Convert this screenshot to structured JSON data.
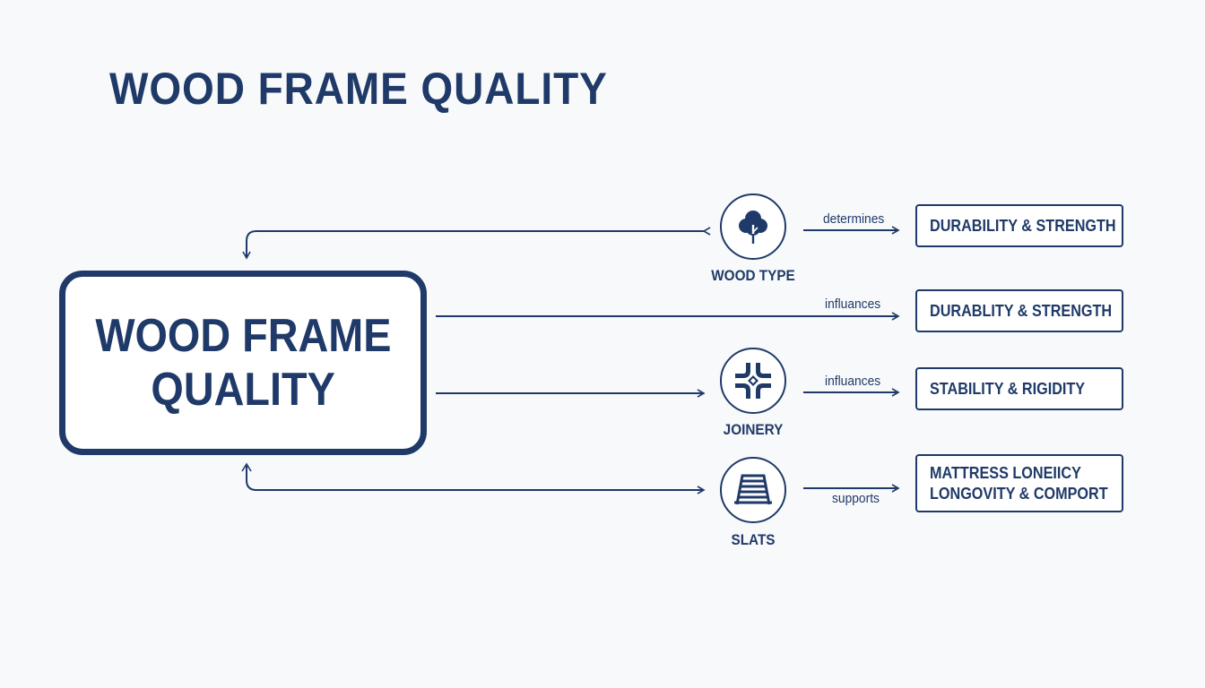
{
  "title": "WOOD FRAME QUALITY",
  "main_box": {
    "lines": [
      "WOOD FRAME",
      "QUALITY"
    ]
  },
  "colors": {
    "primary": "#1f3a68",
    "background": "#f8f9fa",
    "box_fill": "#ffffff"
  },
  "nodes": [
    {
      "id": "wood-type",
      "label": "WOOD TYPE",
      "icon": "tree-icon"
    },
    {
      "id": "joinery",
      "label": "JOINERY",
      "icon": "joint-icon"
    },
    {
      "id": "slats",
      "label": "SLATS",
      "icon": "slats-icon"
    }
  ],
  "edges": [
    {
      "from": "wood-type",
      "label": "determines",
      "to": "result-1"
    },
    {
      "from": "wood-frame-quality",
      "label": "influances",
      "to": "result-2"
    },
    {
      "from": "joinery",
      "label": "influances",
      "to": "result-3"
    },
    {
      "from": "slats",
      "label": "supports",
      "to": "result-4"
    }
  ],
  "results": [
    {
      "id": "result-1",
      "lines": [
        "DURABILITY & STRENGTH"
      ]
    },
    {
      "id": "result-2",
      "lines": [
        "DURABLITY & STRENGTH"
      ]
    },
    {
      "id": "result-3",
      "lines": [
        "STABILITY & RIGIDITY"
      ]
    },
    {
      "id": "result-4",
      "lines": [
        "MATTRESS LONEIICY",
        "LONGOVITY & COMPORT"
      ]
    }
  ]
}
